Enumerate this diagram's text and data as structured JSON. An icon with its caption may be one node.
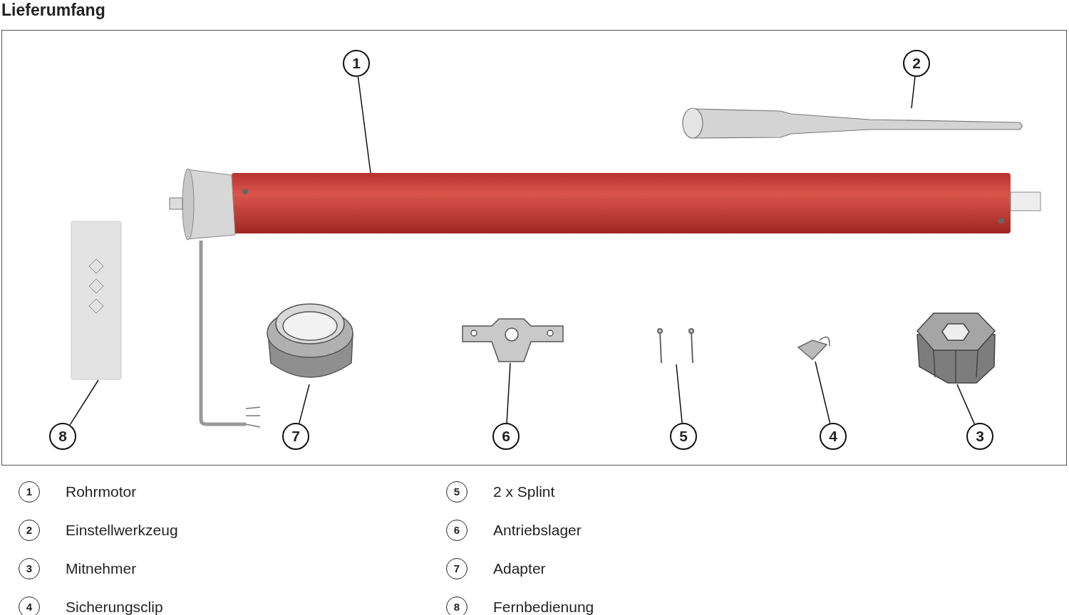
{
  "diagram": {
    "title": "Lieferumfang",
    "nodes": [
      {
        "text": [
          "1"
        ]
      },
      {
        "text": [
          "2"
        ]
      },
      {
        "text": [
          "3"
        ]
      },
      {
        "text": [
          "4"
        ]
      },
      {
        "text": [
          "5"
        ]
      },
      {
        "text": [
          "6"
        ]
      },
      {
        "text": [
          "7"
        ]
      },
      {
        "text": [
          "8"
        ]
      },
      {
        "text": [],
        "shape": "picture"
      },
      {
        "text": [],
        "shape": "picture"
      },
      {
        "text": [],
        "shape": "picture"
      },
      {
        "text": [],
        "shape": "picture"
      },
      {
        "text": [],
        "shape": "picture"
      },
      {
        "text": [],
        "shape": "picture"
      },
      {
        "text": [],
        "shape": "picture"
      },
      {
        "text": [],
        "shape": "picture"
      }
    ],
    "edges": [
      {
        "from": 0,
        "to": 9,
        "arrow": "none"
      },
      {
        "from": 1,
        "to": 8,
        "arrow": "none"
      },
      {
        "from": 2,
        "to": 15,
        "arrow": "none"
      },
      {
        "from": 3,
        "to": 14,
        "arrow": "none"
      },
      {
        "from": 4,
        "to": 13,
        "arrow": "none"
      },
      {
        "from": 5,
        "to": 12,
        "arrow": "none"
      },
      {
        "from": 6,
        "to": 11,
        "arrow": "none"
      },
      {
        "from": 7,
        "to": 10,
        "arrow": "none"
      }
    ],
    "labels": [
      "1",
      "Rohrmotor",
      "5",
      "2 x Splint",
      "2",
      "Einstellwerkzeug",
      "6",
      "Antriebslager",
      "3",
      "Mitnehmer",
      "7",
      "Adapter",
      "4",
      "Sicherungsclip",
      "8",
      "Fernbedienung"
    ]
  }
}
